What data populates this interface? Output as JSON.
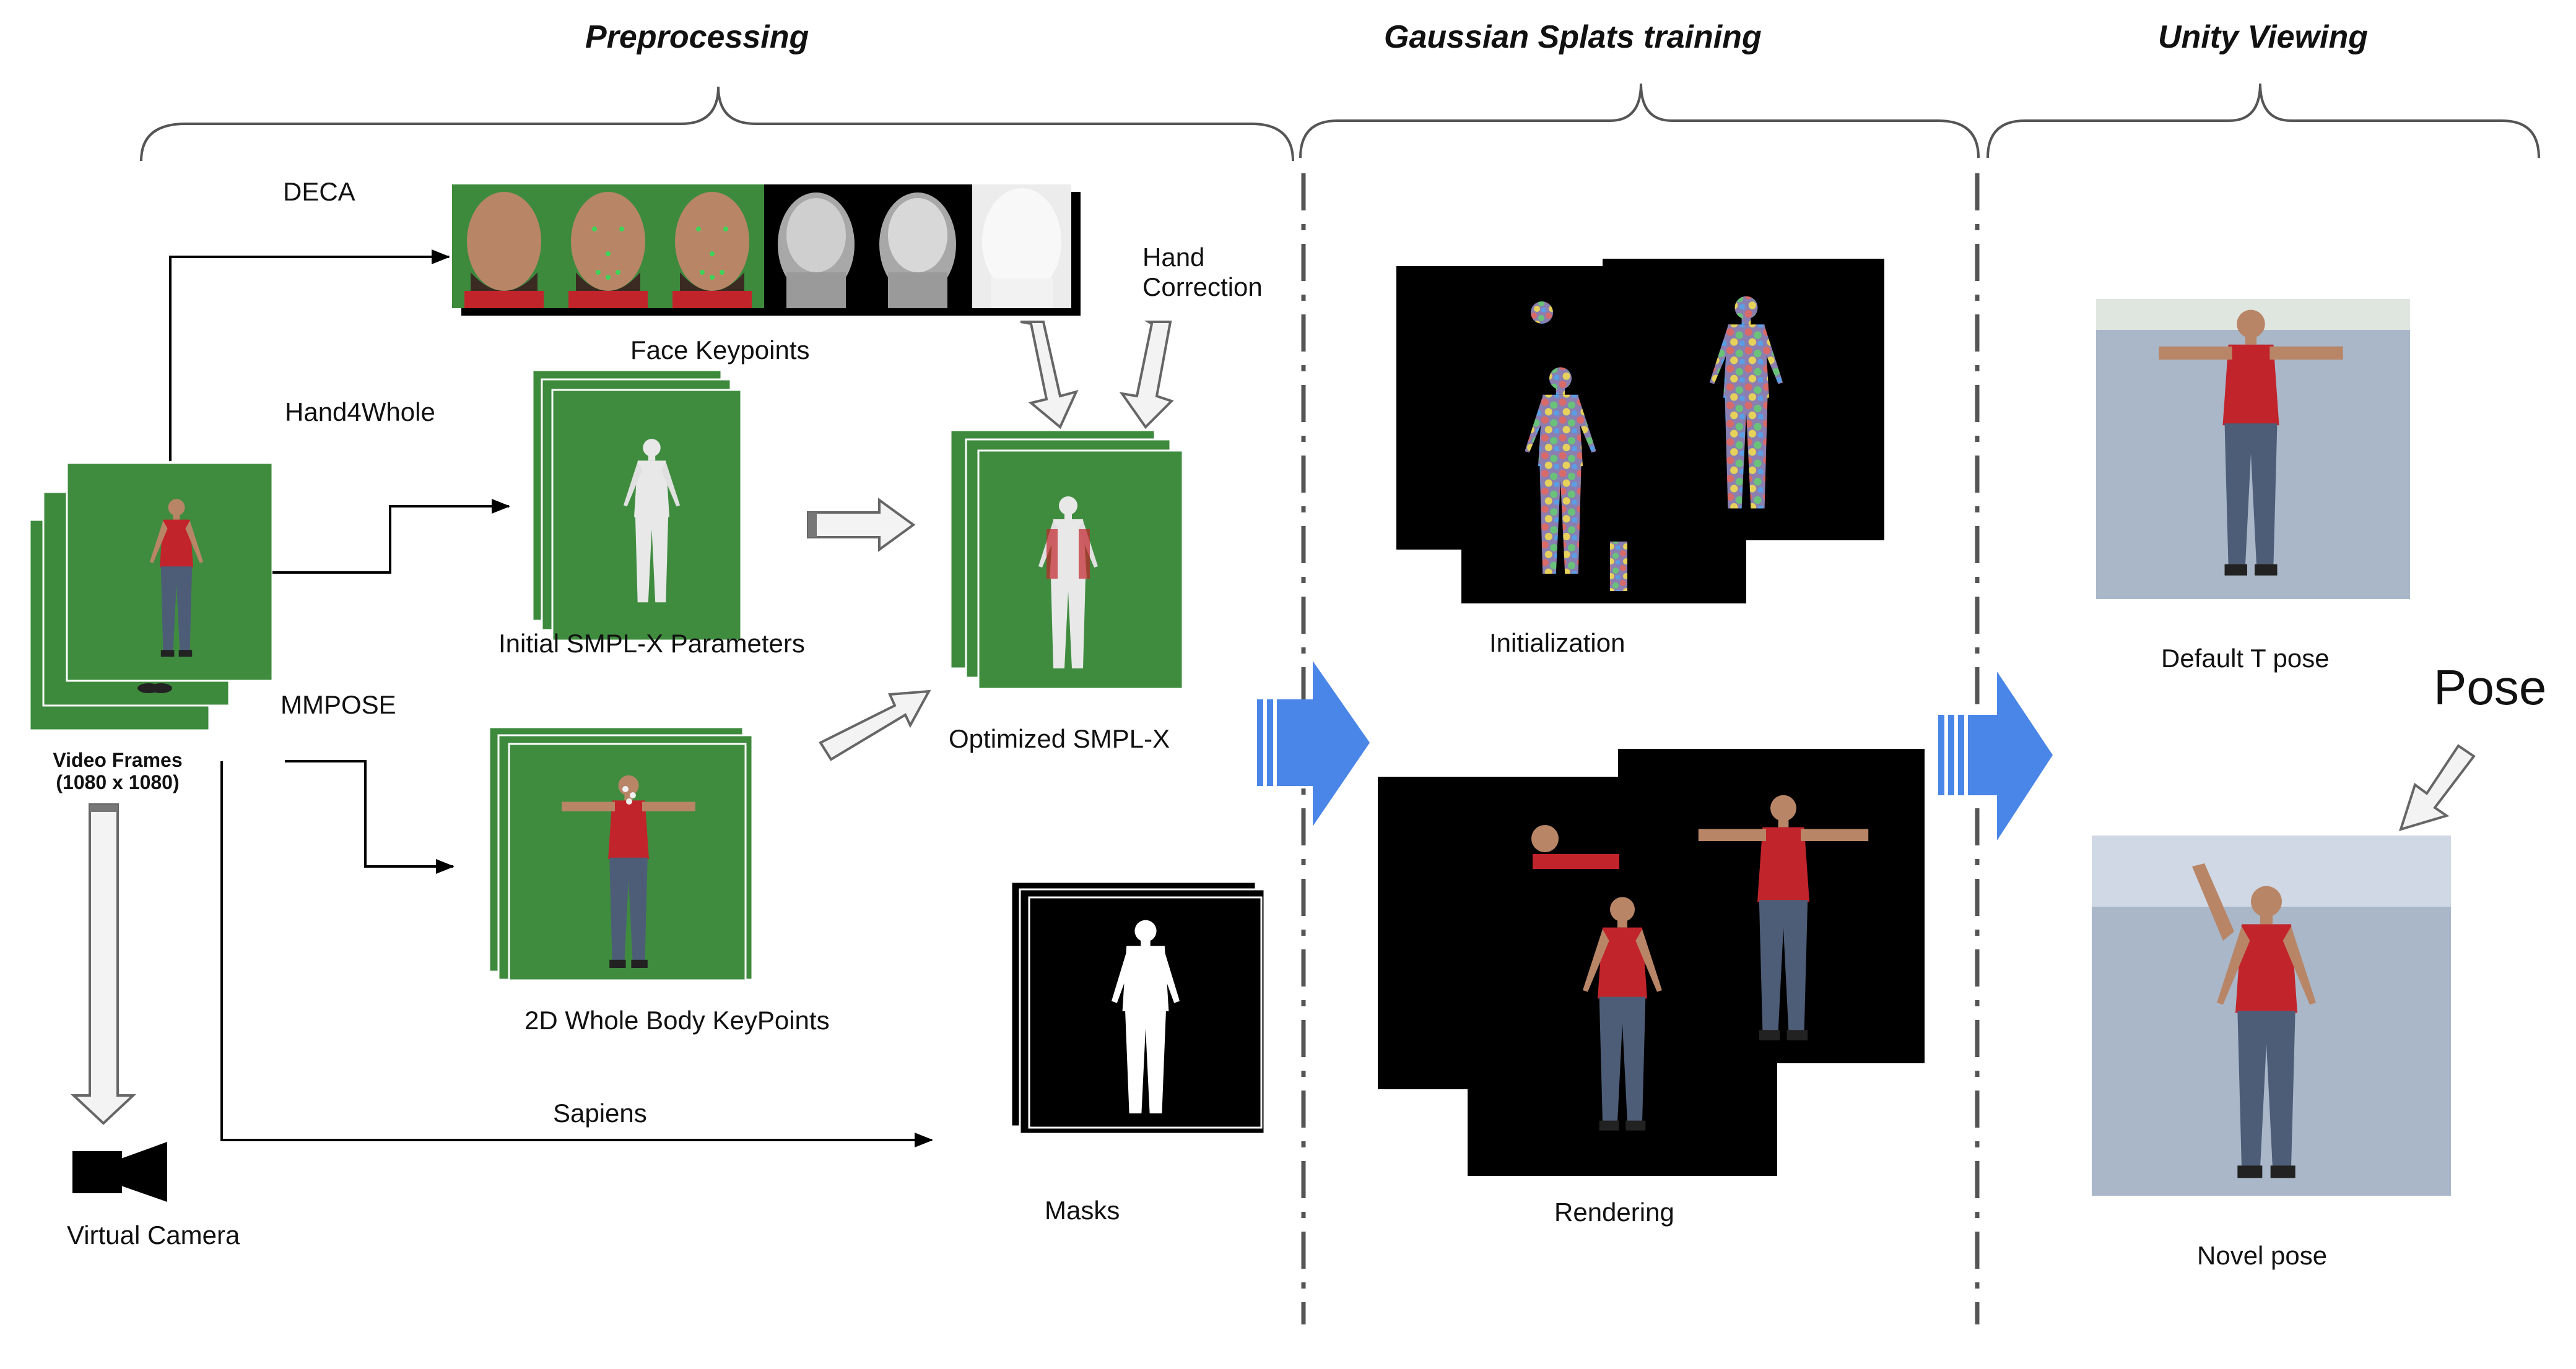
{
  "sections": {
    "preprocessing": "Preprocessing",
    "gaussian": "Gaussian Splats training",
    "unity": "Unity Viewing"
  },
  "labels": {
    "deca": "DECA",
    "hand4whole": "Hand4Whole",
    "mmpose": "MMPOSE",
    "sapiens": "Sapiens",
    "face_keypoints": "Face Keypoints",
    "hand_correction_line1": "Hand",
    "hand_correction_line2": "Correction",
    "initial_smplx": "Initial SMPL-X Parameters",
    "optimized_smplx": "Optimized SMPL-X",
    "whole_body_keypoints": "2D Whole Body KeyPoints",
    "video_frames_line1": "Video Frames",
    "video_frames_line2": "(1080 x 1080)",
    "virtual_camera": "Virtual Camera",
    "masks": "Masks",
    "initialization": "Initialization",
    "rendering": "Rendering",
    "default_t_pose": "Default T pose",
    "novel_pose": "Novel pose",
    "pose": "Pose"
  },
  "colors": {
    "green_screen": "#3d8a3d",
    "shirt": "#c2242b",
    "jeans": "#4d5d77",
    "arrow_blue": "#4a86e8",
    "unity_sky": "#a9b7c9",
    "bracket": "#555555"
  }
}
